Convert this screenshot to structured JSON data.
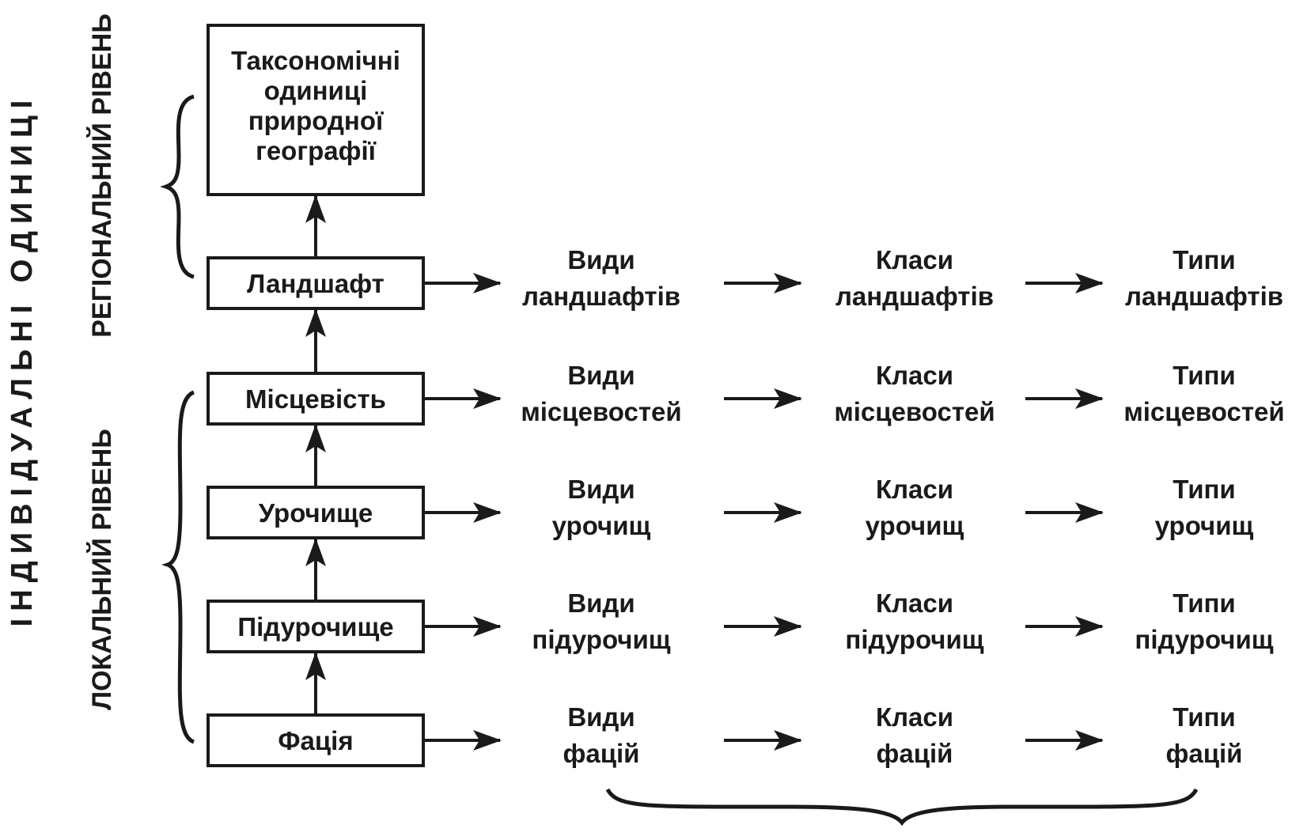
{
  "side_labels": {
    "main": "ІНДИВІДУАЛЬНІ ОДИНИЦІ",
    "regional": "РЕГІОНАЛЬНИЙ РІВЕНЬ",
    "local": "ЛОКАЛЬНИЙ РІВЕНЬ"
  },
  "top_box": {
    "lines": [
      "Таксономічні",
      "одиниці",
      "природної",
      "географії"
    ]
  },
  "rows": [
    {
      "unit": "Ландшафт",
      "types": [
        [
          "Види",
          "ландшафтів"
        ],
        [
          "Класи",
          "ландшафтів"
        ],
        [
          "Типи",
          "ландшафтів"
        ]
      ]
    },
    {
      "unit": "Місцевість",
      "types": [
        [
          "Види",
          "місцевостей"
        ],
        [
          "Класи",
          "місцевостей"
        ],
        [
          "Типи",
          "місцевостей"
        ]
      ]
    },
    {
      "unit": "Урочище",
      "types": [
        [
          "Види",
          "урочищ"
        ],
        [
          "Класи",
          "урочищ"
        ],
        [
          "Типи",
          "урочищ"
        ]
      ]
    },
    {
      "unit": "Підурочище",
      "types": [
        [
          "Види",
          "підурочищ"
        ],
        [
          "Класи",
          "підурочищ"
        ],
        [
          "Типи",
          "підурочищ"
        ]
      ]
    },
    {
      "unit": "Фація",
      "types": [
        [
          "Види",
          "фацій"
        ],
        [
          "Класи",
          "фацій"
        ],
        [
          "Типи",
          "фацій"
        ]
      ]
    }
  ]
}
